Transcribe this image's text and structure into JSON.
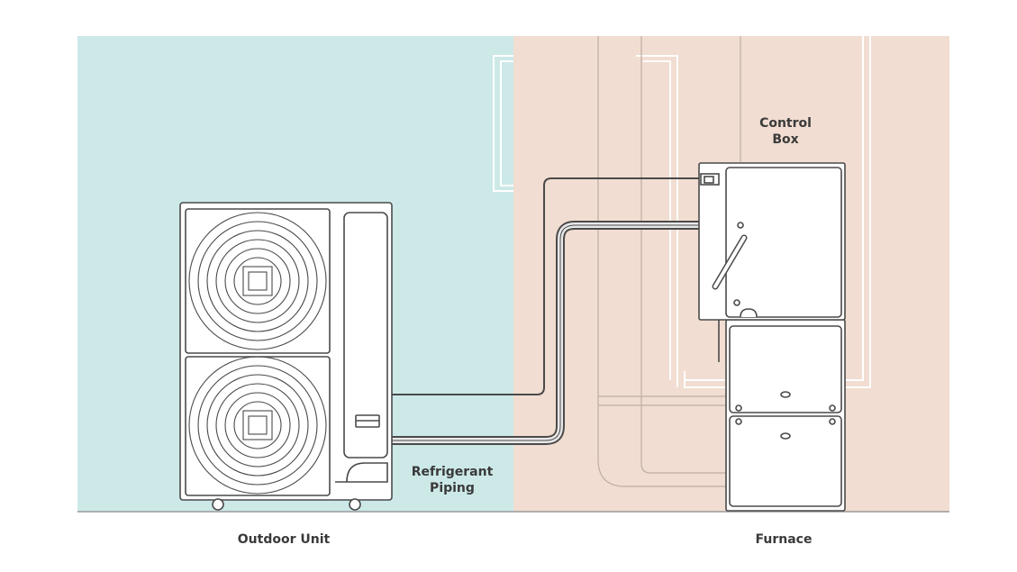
{
  "labels": {
    "control_box_line1": "Control",
    "control_box_line2": "Box",
    "refrigerant_line1": "Refrigerant",
    "refrigerant_line2": "Piping",
    "outdoor_unit": "Outdoor Unit",
    "furnace": "Furnace"
  },
  "colors": {
    "outdoor_bg": "#cce9e8",
    "indoor_bg": "#f1ddd1",
    "line": "#4a4a4a",
    "unit_fill": "#ffffff",
    "wall_line": "#d9c6ba"
  }
}
